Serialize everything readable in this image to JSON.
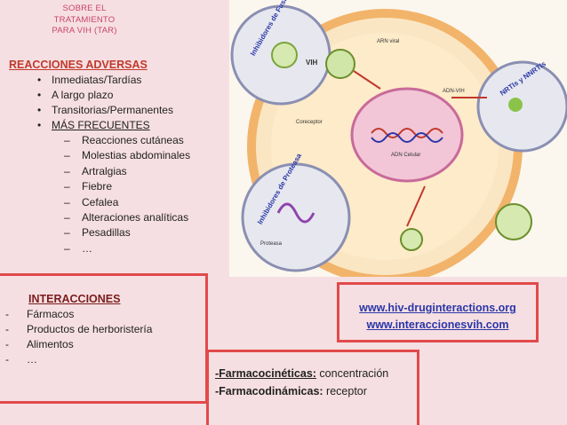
{
  "header": {
    "lines": [
      "SOBRE EL",
      "TRATAMIENTO",
      "PARA VIH (TAR)"
    ]
  },
  "adverse": {
    "title": "REACCIONES ADVERSAS",
    "items": [
      "Inmediatas/Tardías",
      "A largo plazo",
      "Transitorias/Permanentes",
      "MÁS FRECUENTES"
    ],
    "frequent": [
      "Reacciones cutáneas",
      "Molestias abdominales",
      "Artralgias",
      "Fiebre",
      "Cefalea",
      "Alteraciones analíticas",
      "Pesadillas",
      "…"
    ]
  },
  "diagram": {
    "labels": {
      "fusion": "Inhibidores de Fusión",
      "vih": "VIH",
      "arn_viral": "ARN viral",
      "adn_vih": "ADN-VIH",
      "nrti": "NRTIs y NNRTIs",
      "proteasa": "Inhibidores de Proteasa",
      "adn_celular": "ADN Celular",
      "proteasa_small": "Proteasa",
      "coreceptor": "Coreceptor"
    }
  },
  "interactions": {
    "title": "INTERACCIONES",
    "items": [
      "Fármacos",
      "Productos de herboristería",
      "Alimentos",
      "…"
    ]
  },
  "links": [
    "www.hiv-druginteractions.org",
    "www.interaccionesvih.com"
  ],
  "pharmaco": {
    "kinetic_label": "-Farmacocinéticas:",
    "kinetic_value": " concentración",
    "dynamic_label": "-Farmacodinámicas:",
    "dynamic_value": " receptor"
  },
  "colors": {
    "background": "#f6dfe2",
    "accent_red": "#e14a4a",
    "link_blue": "#2a37a8"
  }
}
